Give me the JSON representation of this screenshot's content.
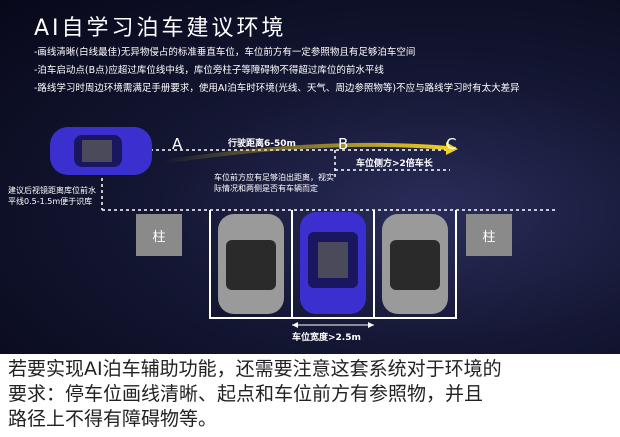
{
  "header": {
    "title": "AI自学习泊车建议环境",
    "bullets": [
      "-画线清晰(白线最佳)无异物侵占的标准垂直车位，车位前方有一定参照物且有足够泊车空间",
      "-泊车启动点(B点)应超过库位线中线，库位旁柱子等障碍物不得超过库位的前水平线",
      "-路线学习时周边环境需满足手册要求，使用AI泊车时环境(光线、天气、周边参照物等)不应与路线学习时有太大差异"
    ]
  },
  "diagram": {
    "point_a": "A",
    "point_b": "B",
    "point_c": "C",
    "distance_label": "行驶距离6-50m",
    "side_label": "车位侧方>2倍车长",
    "front_note": [
      "车位前方应有足够泊出距离，视实",
      "际情况和两侧是否有车辆而定"
    ],
    "mirror_note": [
      "建议后视镜距离库位前水",
      "平线0.5-1.5m便于识库"
    ],
    "pillar_left": "柱",
    "pillar_right": "柱",
    "width_label": "车位宽度>2.5m",
    "colors": {
      "arrow": "#e8c41a",
      "accent_car": "#3b2fd0",
      "parked_car": "#9a9a9a"
    }
  },
  "caption": {
    "lines": [
      "若要实现AI泊车辅助功能，还需要注意这套系统对于环境的",
      "要求：停车位画线清晰、起点和车位前方有参照物，并且",
      "路径上不得有障碍物等。"
    ]
  }
}
